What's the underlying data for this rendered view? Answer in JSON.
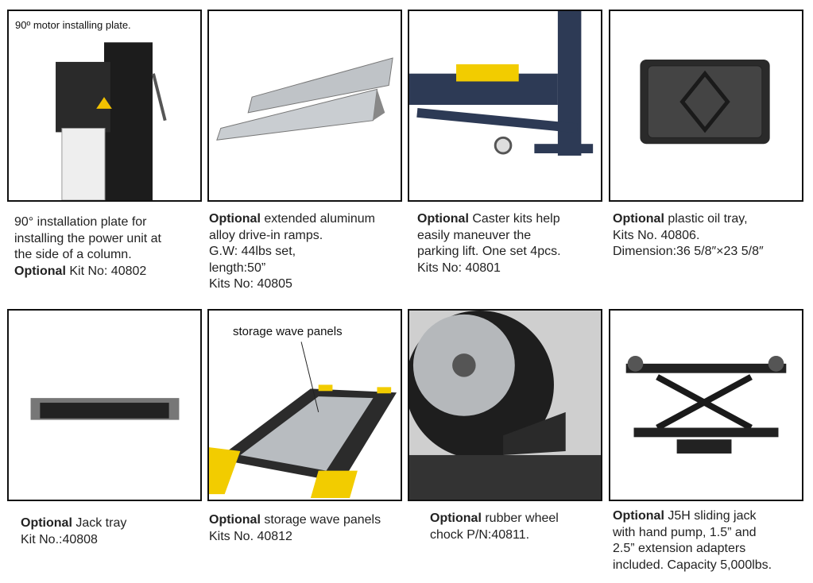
{
  "items": [
    {
      "image_label": "90º motor installing plate.",
      "bold": "",
      "lines": [
        "90° installation plate for",
        "installing the power unit at",
        "the side of a column."
      ],
      "tail_bold": "Optional",
      "tail": " Kit No: 40802"
    },
    {
      "bold": "Optional",
      "lines": [
        " extended aluminum",
        "alloy drive-in ramps.",
        "G.W: 44lbs set,",
        "length:50”",
        "Kits No: 40805"
      ]
    },
    {
      "bold": "Optional",
      "lines": [
        " Caster kits help",
        "easily maneuver the",
        "parking lift. One set 4pcs.",
        "Kits No: 40801"
      ]
    },
    {
      "bold": "Optional",
      "lines": [
        " plastic oil tray,",
        "Kits No. 40806.",
        "Dimension:36 5/8″×23 5/8″"
      ]
    },
    {
      "bold": "Optional",
      "lines": [
        " Jack tray",
        "Kit No.:40808"
      ]
    },
    {
      "image_label": "storage wave panels",
      "bold": "Optional",
      "lines": [
        " storage wave panels",
        "Kits No. 40812"
      ]
    },
    {
      "bold": "Optional",
      "lines": [
        " rubber wheel",
        "chock P/N:40811."
      ]
    },
    {
      "bold": "Optional",
      "lines": [
        " J5H sliding jack",
        "with hand pump, 1.5” and",
        "2.5” extension adapters",
        "included. Capacity 5,000lbs."
      ]
    }
  ]
}
